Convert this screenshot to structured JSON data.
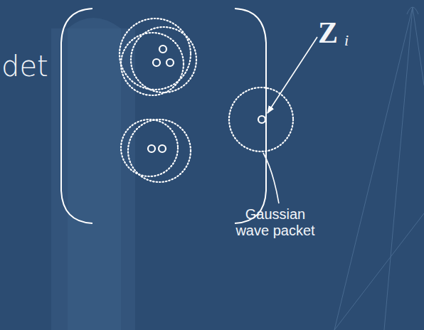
{
  "diagram": {
    "labels": [
      "det",
      "Z",
      "i",
      "Gaussian wave packet"
    ]
  }
}
